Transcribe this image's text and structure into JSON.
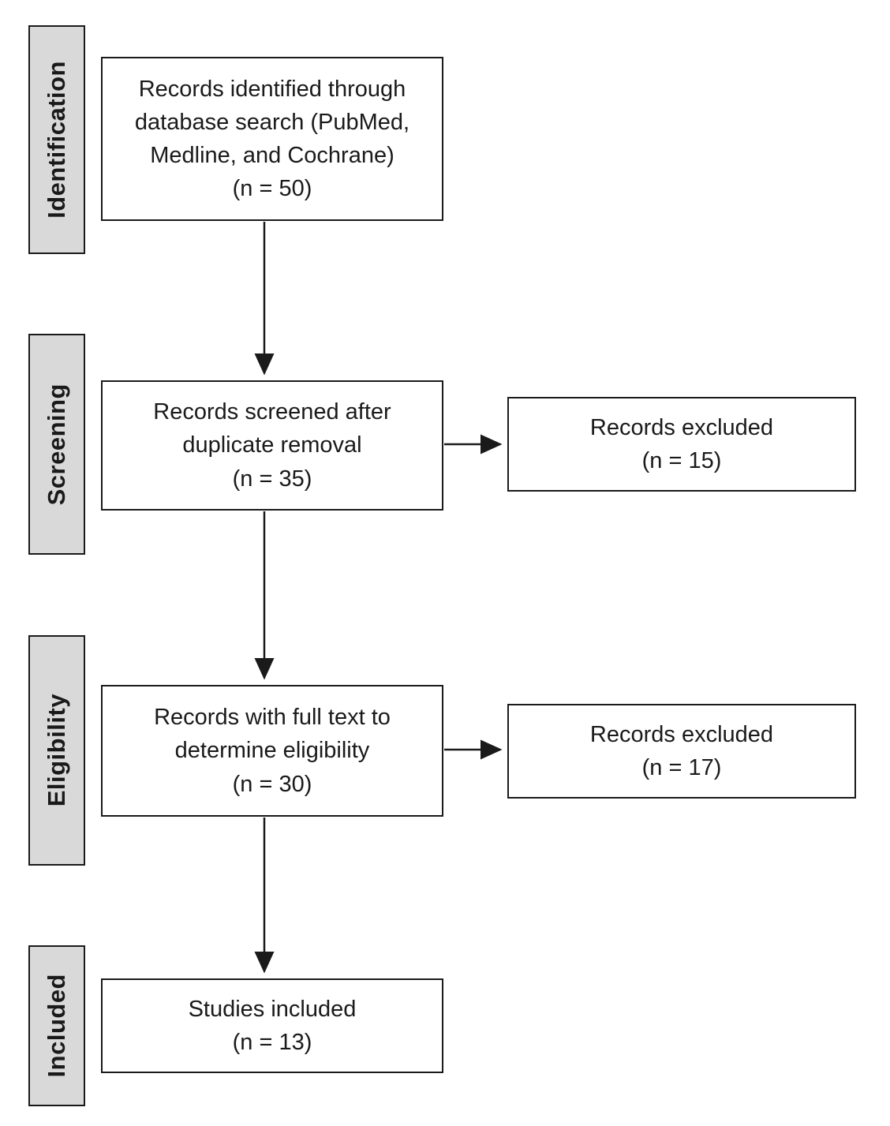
{
  "diagram_type": "prisma-flow",
  "colors": {
    "stage_fill": "#d9d9d9",
    "border": "#1a1a1a",
    "text": "#1a1a1a",
    "background": "#ffffff"
  },
  "stages": [
    {
      "label": "Identification",
      "box": {
        "text": "Records identified through\ndatabase search (PubMed,\nMedline, and Cochrane)\n(n = 50)"
      }
    },
    {
      "label": "Screening",
      "box": {
        "text": "Records screened after\nduplicate removal\n(n = 35)"
      },
      "side_box": {
        "text": "Records excluded\n(n = 15)"
      }
    },
    {
      "label": "Eligibility",
      "box": {
        "text": "Records with full text to\ndetermine eligibility\n(n = 30)"
      },
      "side_box": {
        "text": "Records excluded\n(n = 17)"
      }
    },
    {
      "label": "Included",
      "box": {
        "text": "Studies included\n(n = 13)"
      }
    }
  ],
  "counts": {
    "identified": 50,
    "screened": 35,
    "excluded_screening": 15,
    "full_text_assessed": 30,
    "excluded_eligibility": 17,
    "included": 13
  }
}
